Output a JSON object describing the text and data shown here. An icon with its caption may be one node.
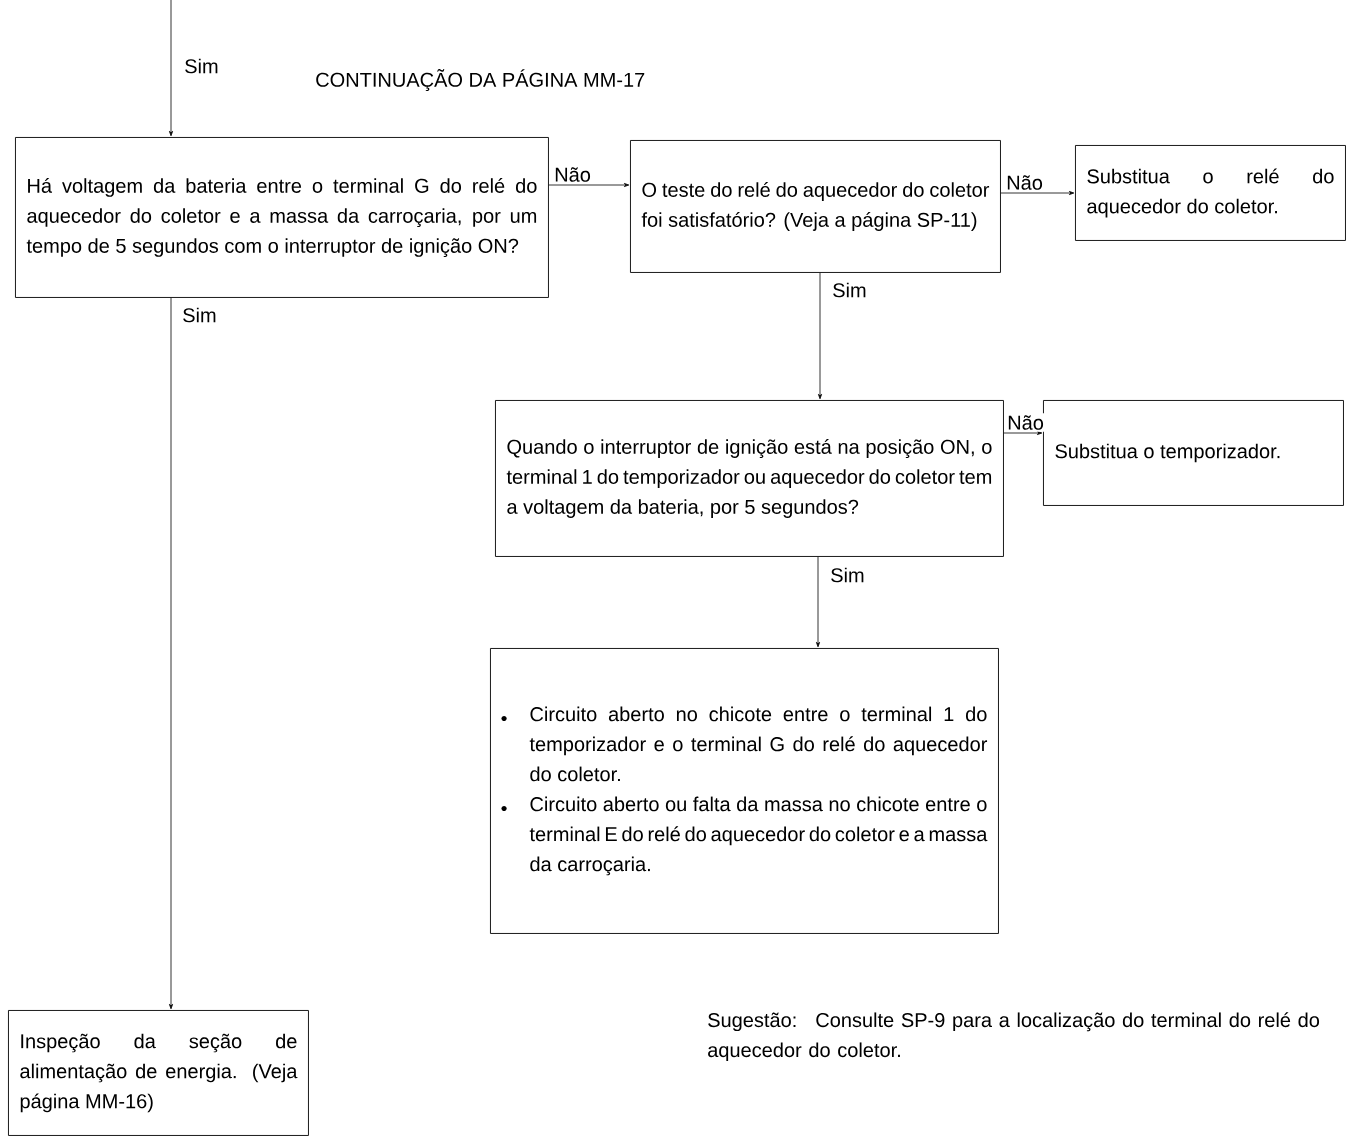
{
  "diagram": {
    "title": "CONTINUAÇÃO DA PÁGINA MM-17",
    "nodes": [
      {
        "text": [
          "Há voltagem da bateria entre o terminal G do relé do aquecedor do coletor e a massa da carroçaria, por um tempo de 5 segundos com o interruptor de ignição ON?"
        ]
      },
      {
        "text": [
          "O teste do relé do aquecedor do coletor foi satisfatório? (Veja a página SP-11)"
        ]
      },
      {
        "text": [
          "Substitua o relé do aquecedor do coletor."
        ]
      },
      {
        "text": [
          "Quando o interruptor de ignição está na posição ON, o terminal 1 do temporizador ou aquecedor do coletor tem a voltagem da bateria, por 5 segundos?"
        ]
      },
      {
        "text": [
          "Substitua o temporizador."
        ]
      },
      {
        "text": [
          "Circuito aberto no chicote entre o terminal 1 do temporizador e o terminal G do relé do aquecedor do coletor.",
          "Circuito aberto ou falta da massa no chicote entre o terminal E do relé do aquecedor do coletor e a massa da carroçaria."
        ]
      },
      {
        "text": [
          "Inspeção da seção de alimentação de energia. (Veja página MM-16)"
        ]
      }
    ],
    "edges": [
      {
        "from": null,
        "to": 0,
        "arrow": "to",
        "label": "Sim"
      },
      {
        "from": 0,
        "to": 1,
        "arrow": "to",
        "label": "Não"
      },
      {
        "from": 1,
        "to": 2,
        "arrow": "to",
        "label": "Não"
      },
      {
        "from": 1,
        "to": 3,
        "arrow": "to",
        "label": "Sim"
      },
      {
        "from": 3,
        "to": 4,
        "arrow": "to",
        "label": "Não"
      },
      {
        "from": 3,
        "to": 5,
        "arrow": "to",
        "label": "Sim"
      },
      {
        "from": 0,
        "to": 6,
        "arrow": "to",
        "label": "Sim"
      }
    ],
    "labels": [
      "Sugestão:",
      "Consulte SP-9 para a localização do terminal do relé do aquecedor do coletor."
    ]
  }
}
